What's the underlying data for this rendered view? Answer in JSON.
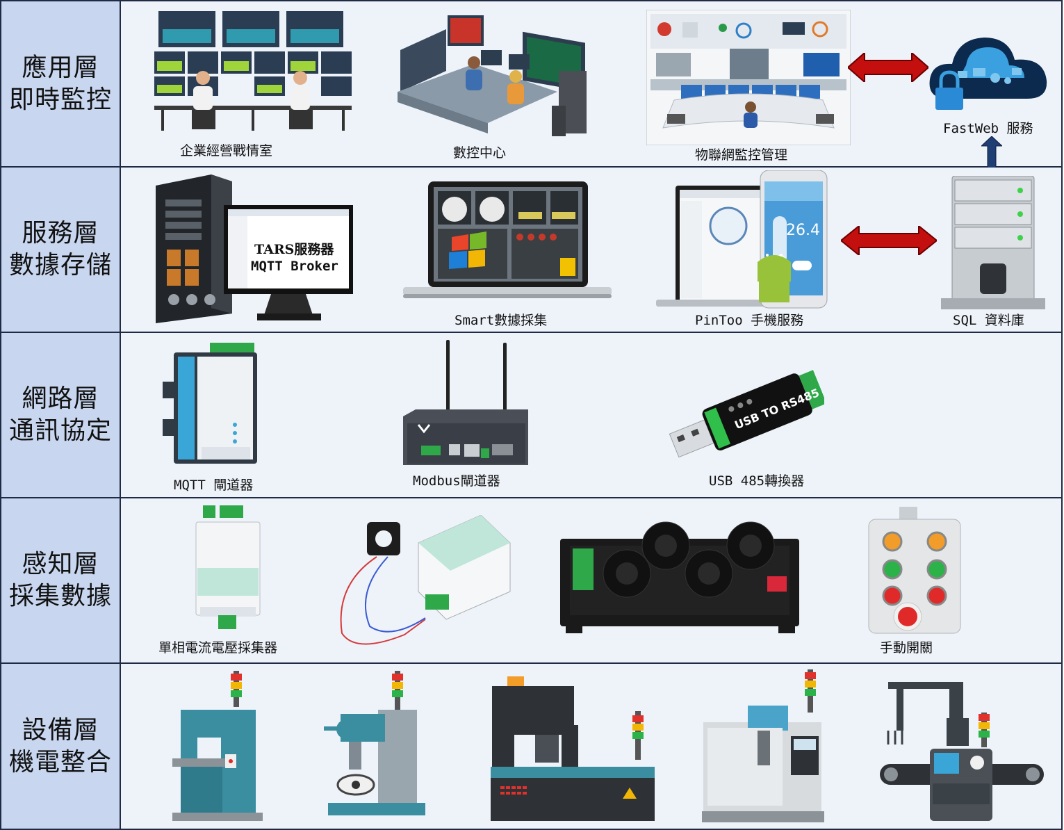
{
  "layers": [
    {
      "title_line1": "應用層",
      "title_line2": "即時監控",
      "items": [
        {
          "label": "企業經營戰情室"
        },
        {
          "label": "數控中心"
        },
        {
          "label": "物聯網監控管理"
        },
        {
          "label": "FastWeb 服務"
        }
      ]
    },
    {
      "title_line1": "服務層",
      "title_line2": "數據存儲",
      "items": [
        {
          "label": "Smart數據採集"
        },
        {
          "label": "PinToo 手機服務"
        },
        {
          "label": "SQL 資料庫"
        }
      ],
      "server_screen": {
        "line1": "TARS服務器",
        "line2": "MQTT Broker"
      },
      "phone_reading": "26.4"
    },
    {
      "title_line1": "網路層",
      "title_line2": "通訊協定",
      "items": [
        {
          "label": "MQTT 閘道器"
        },
        {
          "label": "Modbus閘道器"
        },
        {
          "label": "USB 485轉換器"
        }
      ]
    },
    {
      "title_line1": "感知層",
      "title_line2": "採集數據",
      "items": [
        {
          "label": "單相電流電壓採集器"
        },
        {
          "label": "手動開關"
        }
      ]
    },
    {
      "title_line1": "設備層",
      "title_line2": "機電整合"
    }
  ],
  "colors": {
    "left_bg": "#c8d6ef",
    "right_bg": "#eef3fa",
    "border": "#1f2a44",
    "arrow_red": "#c40f0f",
    "arrow_blue": "#1f3f74",
    "device_teal": "#3a8ea0"
  }
}
